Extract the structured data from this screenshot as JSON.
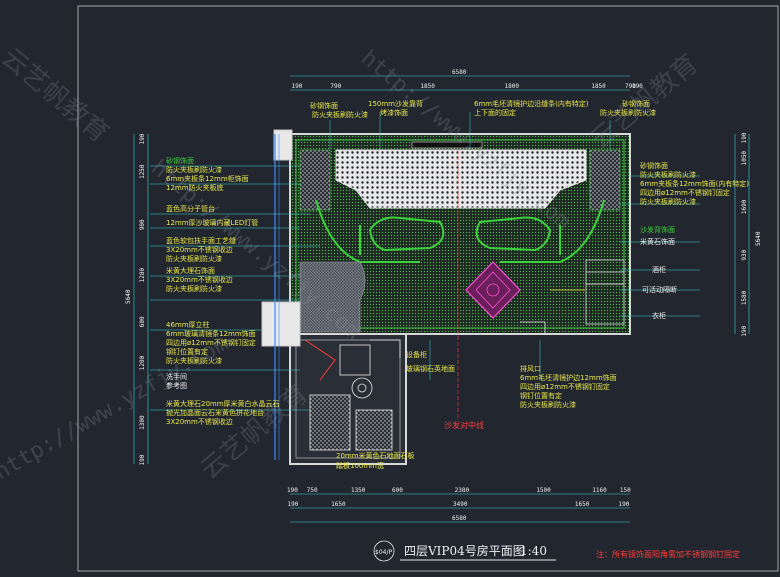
{
  "drawing": {
    "title": "四层VIP04号房平面图",
    "scale": "1:40",
    "callout": "$04/P",
    "note": "注：所有镜饰面阳角需加不锈钢钢钉固定"
  },
  "top_annotations": [
    {
      "text": "砂钢饰面",
      "color": "yellow"
    },
    {
      "text": "防火夹板刷防火漆",
      "color": "yellow"
    },
    {
      "text": "150mm沙发靠背",
      "color": "yellow"
    },
    {
      "text": "烤漆饰面",
      "color": "yellow"
    },
    {
      "text": "6mm毛坯清镜护边沿缝条(内有特定)",
      "color": "yellow"
    },
    {
      "text": "上下面的固定",
      "color": "yellow"
    },
    {
      "text": "砂钢饰面",
      "color": "yellow"
    },
    {
      "text": "防火夹板刷防火漆",
      "color": "yellow"
    }
  ],
  "left_annotations": [
    {
      "text": "砂钢饰面",
      "color": "green"
    },
    {
      "text": "防火夹板刷防火漆",
      "color": "yellow"
    },
    {
      "text": "6mm夹板条12mm柜饰面",
      "color": "yellow"
    },
    {
      "text": "12mm防火夹板底",
      "color": "yellow"
    },
    {
      "text": "蓝色高分子管台",
      "color": "yellow"
    },
    {
      "text": "12mm厚沙玻璃内藏LED灯管",
      "color": "yellow"
    },
    {
      "text": "蓝色软包扶手面工艺缝",
      "color": "yellow"
    },
    {
      "text": "3X20mm不锈钢收边",
      "color": "yellow"
    },
    {
      "text": "防火夹板刷防火漆",
      "color": "yellow"
    },
    {
      "text": "米黄大理石饰面",
      "color": "yellow"
    },
    {
      "text": "3X20mm不锈钢收边",
      "color": "yellow"
    },
    {
      "text": "防火夹板刷防火漆",
      "color": "yellow"
    },
    {
      "text": "46mm厚立柱",
      "color": "yellow"
    },
    {
      "text": "6mm玻璃清镜条12mm饰面",
      "color": "yellow"
    },
    {
      "text": "四边用ø12mm不锈钢钉固定",
      "color": "yellow"
    },
    {
      "text": "钢钉位置有定",
      "color": "yellow"
    },
    {
      "text": "防火夹板刷防火漆",
      "color": "yellow"
    },
    {
      "text": "洗手间",
      "color": "white"
    },
    {
      "text": "参考图",
      "color": "white"
    },
    {
      "text": "米黄大理石20mm厚米黄白水晶云石",
      "color": "yellow"
    },
    {
      "text": "抛光加晶面云石米黄色拼花地台",
      "color": "yellow"
    },
    {
      "text": "3X20mm不锈钢收边",
      "color": "yellow"
    }
  ],
  "right_annotations": [
    {
      "text": "砂钢饰面",
      "color": "yellow"
    },
    {
      "text": "防火夹板刷防火漆",
      "color": "yellow"
    },
    {
      "text": "6mm夹板条12mm饰面(内有特定)",
      "color": "yellow"
    },
    {
      "text": "四边用ø12mm不锈钢钉固定",
      "color": "yellow"
    },
    {
      "text": "防火夹板刷防火漆",
      "color": "yellow"
    },
    {
      "text": "沙发背饰面",
      "color": "green"
    },
    {
      "text": "米黄石饰面",
      "color": "white"
    },
    {
      "text": "酒柜",
      "color": "white"
    },
    {
      "text": "可活动隔断",
      "color": "white"
    },
    {
      "text": "衣柜",
      "color": "white"
    }
  ],
  "bottom_annotations": [
    {
      "text": "设备柜",
      "color": "yellow"
    },
    {
      "text": "玻璃钢石英地面",
      "color": "yellow"
    },
    {
      "text": "排风口",
      "color": "yellow"
    },
    {
      "text": "6mm毛坯清镜护边12mm饰面",
      "color": "yellow"
    },
    {
      "text": "四边用ø12mm不锈钢钉固定",
      "color": "yellow"
    },
    {
      "text": "钢钉位置有定",
      "color": "yellow"
    },
    {
      "text": "防火夹板刷防火漆",
      "color": "yellow"
    },
    {
      "text": "沙发对中线",
      "color": "red"
    },
    {
      "text": "20mm米黄色石地面石板",
      "color": "yellow"
    },
    {
      "text": "踏板100mm宽",
      "color": "yellow"
    }
  ],
  "dims_top_total": "6580",
  "dims_top": [
    "190",
    "790",
    "1850",
    "1800",
    "1850",
    "790",
    "190"
  ],
  "dims_bottom_total": "6580",
  "dims_bottom_row1": [
    "190",
    "750",
    "1350",
    "600",
    "2380",
    "1500",
    "1160",
    "150"
  ],
  "dims_bottom_row2": [
    "190",
    "1650",
    "3490",
    "1650",
    "190"
  ],
  "dims_left": [
    "190",
    "1250",
    "900",
    "1280",
    "600",
    "1200",
    "1300",
    "190"
  ],
  "dims_left_total": "5640",
  "dims_right": [
    "190",
    "1050",
    "1690",
    "930",
    "1580",
    "190"
  ],
  "dims_right_total": "5640",
  "watermarks": [
    "http://www.yzfjy.com",
    "云艺帆教育"
  ]
}
